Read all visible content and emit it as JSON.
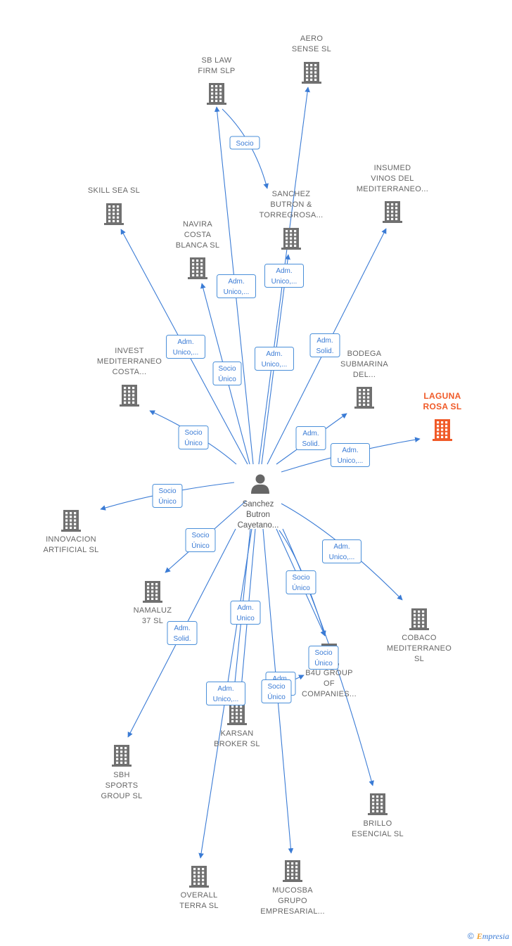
{
  "center": {
    "label": [
      "Sanchez",
      "Butron",
      "Cayetano..."
    ],
    "icon": "person-icon"
  },
  "colors": {
    "edge": "#3a7bd5",
    "building": "#707070",
    "highlight": "#f05a28"
  },
  "companies": [
    {
      "id": "aero-sense",
      "label": [
        "AERO",
        "SENSE  SL"
      ],
      "highlight": false
    },
    {
      "id": "sb-law-firm",
      "label": [
        "SB LAW",
        "FIRM  SLP"
      ],
      "highlight": false
    },
    {
      "id": "insumed",
      "label": [
        "INSUMED",
        "VINOS DEL",
        "MEDITERRANEO..."
      ],
      "highlight": false
    },
    {
      "id": "skill-sea",
      "label": [
        "SKILL SEA  SL"
      ],
      "highlight": false
    },
    {
      "id": "sanchez-butron-torregrosa",
      "label": [
        "SANCHEZ",
        "BUTRON &",
        "TORREGROSA..."
      ],
      "highlight": false
    },
    {
      "id": "navira",
      "label": [
        "NAVIRA",
        "COSTA",
        "BLANCA  SL"
      ],
      "highlight": false
    },
    {
      "id": "invest-mediterraneo",
      "label": [
        "INVEST",
        "MEDITERRANEO",
        "COSTA..."
      ],
      "highlight": false
    },
    {
      "id": "bodega-submarina",
      "label": [
        "BODEGA",
        "SUBMARINA",
        "DEL..."
      ],
      "highlight": false
    },
    {
      "id": "laguna-rosa",
      "label": [
        "LAGUNA",
        "ROSA  SL"
      ],
      "highlight": true
    },
    {
      "id": "innovacion-artificial",
      "label": [
        "INNOVACION",
        "ARTIFICIAL  SL"
      ],
      "highlight": false
    },
    {
      "id": "namaluz",
      "label": [
        "NAMALUZ",
        "37  SL"
      ],
      "highlight": false
    },
    {
      "id": "cobaco",
      "label": [
        "COBACO",
        "MEDITERRANEO",
        "SL"
      ],
      "highlight": false
    },
    {
      "id": "b4u-group",
      "label": [
        "B4U GROUP",
        "OF",
        "COMPANIES..."
      ],
      "highlight": false
    },
    {
      "id": "karsan-broker",
      "label": [
        "KARSAN",
        "BROKER SL"
      ],
      "highlight": false
    },
    {
      "id": "sbh-sports",
      "label": [
        "SBH",
        "SPORTS",
        "GROUP  SL"
      ],
      "highlight": false
    },
    {
      "id": "brillo-esencial",
      "label": [
        "BRILLO",
        "ESENCIAL  SL"
      ],
      "highlight": false
    },
    {
      "id": "overall-terra",
      "label": [
        "OVERALL",
        "TERRA  SL"
      ],
      "highlight": false
    },
    {
      "id": "mucosba",
      "label": [
        "MUCOSBA",
        "GRUPO",
        "EMPRESARIAL..."
      ],
      "highlight": false
    }
  ],
  "edge_labels": [
    {
      "id": "sblaw-sanchez",
      "lines": [
        "Socio"
      ]
    },
    {
      "id": "navira",
      "lines": [
        "Adm.",
        "Unico,..."
      ]
    },
    {
      "id": "torregrosa",
      "lines": [
        "Adm.",
        "Unico,..."
      ]
    },
    {
      "id": "skill-sea",
      "lines": [
        "Adm.",
        "Unico,..."
      ]
    },
    {
      "id": "navira-socio",
      "lines": [
        "Socio",
        "Único"
      ]
    },
    {
      "id": "aero",
      "lines": [
        "Adm.",
        "Unico,..."
      ]
    },
    {
      "id": "insumed",
      "lines": [
        "Adm.",
        "Solid."
      ]
    },
    {
      "id": "invest",
      "lines": [
        "Socio",
        "Único"
      ]
    },
    {
      "id": "bodega",
      "lines": [
        "Adm.",
        "Solid."
      ]
    },
    {
      "id": "laguna",
      "lines": [
        "Adm.",
        "Unico,..."
      ]
    },
    {
      "id": "innovacion",
      "lines": [
        "Socio",
        "Único"
      ]
    },
    {
      "id": "namaluz",
      "lines": [
        "Socio",
        "Único"
      ]
    },
    {
      "id": "cobaco",
      "lines": [
        "Adm.",
        "Unico,..."
      ]
    },
    {
      "id": "b4u-socio",
      "lines": [
        "Socio",
        "Único"
      ]
    },
    {
      "id": "karsan-adm",
      "lines": [
        "Adm.",
        "Unico"
      ]
    },
    {
      "id": "sbh",
      "lines": [
        "Adm.",
        "Solid."
      ]
    },
    {
      "id": "b4u-socio2",
      "lines": [
        "Socio",
        "Único"
      ]
    },
    {
      "id": "mucosba-hidden",
      "lines": [
        "Adm.",
        "..."
      ]
    },
    {
      "id": "overall",
      "lines": [
        "Adm.",
        "Unico,..."
      ]
    },
    {
      "id": "mucosba",
      "lines": [
        "Socio",
        "Único"
      ]
    }
  ],
  "footer": {
    "copyright": "©",
    "brand_first": "E",
    "brand_rest": "mpresia"
  }
}
